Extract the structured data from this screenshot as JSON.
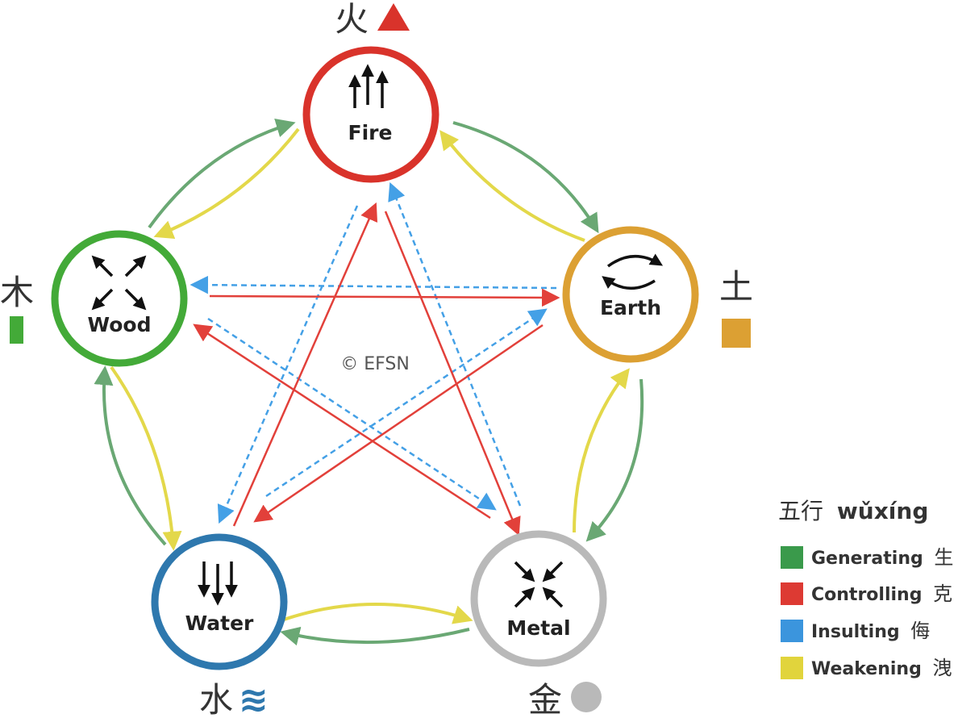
{
  "elements": {
    "fire": {
      "label": "Fire",
      "chinese": "火",
      "color": "#d9332b",
      "marker": "triangle"
    },
    "earth": {
      "label": "Earth",
      "chinese": "土",
      "color": "#dca033",
      "marker": "square"
    },
    "metal": {
      "label": "Metal",
      "chinese": "金",
      "color": "#b9b9b9",
      "marker": "circle"
    },
    "water": {
      "label": "Water",
      "chinese": "水",
      "color": "#2e78ae",
      "marker": "waves",
      "marker_text": "≋"
    },
    "wood": {
      "label": "Wood",
      "chinese": "木",
      "color": "#43aa38",
      "marker": "bar"
    }
  },
  "copyright": "© EFSN",
  "legend": {
    "title_chinese": "五行",
    "title_pinyin": "wǔxíng",
    "items": [
      {
        "label": "Generating",
        "chinese": "生",
        "color": "#3a9a4b"
      },
      {
        "label": "Controlling",
        "chinese": "克",
        "color": "#dd3a33"
      },
      {
        "label": "Insulting",
        "chinese": "侮",
        "color": "#3b95dd"
      },
      {
        "label": "Weakening",
        "chinese": "洩",
        "color": "#e1d43c"
      }
    ]
  },
  "arrow_colors": {
    "generating": "#6aa874",
    "controlling": "#e2403a",
    "insulting": "#44a0e6",
    "weakening": "#e3d84a"
  }
}
